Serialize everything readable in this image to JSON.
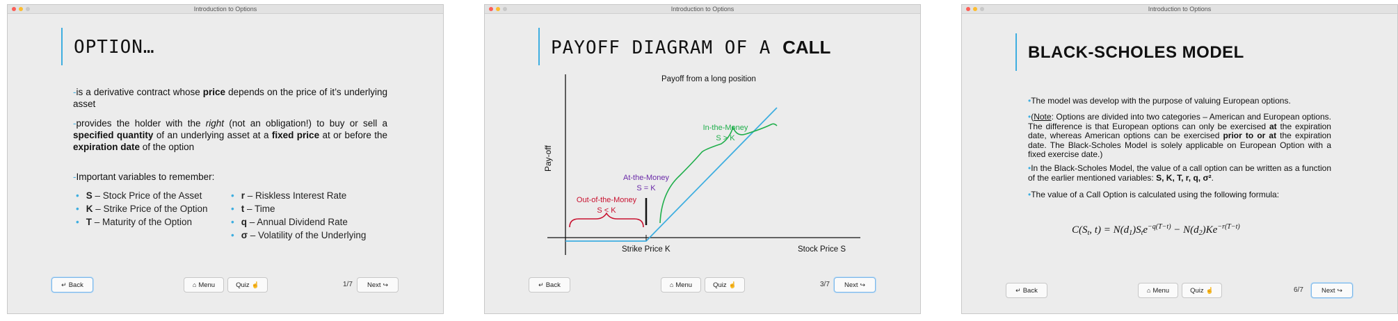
{
  "window_title": "Introduction to Options",
  "nav": {
    "back": "Back",
    "menu": "Menu",
    "quiz": "Quiz",
    "next": "Next"
  },
  "slide1": {
    "title": "OPTION…",
    "para1_dash": "-",
    "para1_a": "is a derivative contract whose ",
    "para1_b": "price",
    "para1_c": " depends on the price of it’s underlying asset",
    "para2_dash": "-",
    "para2_a": "provides the holder with the ",
    "para2_b": "right",
    "para2_c": " (not an obligation!) to buy or sell a ",
    "para2_d": "specified quantity",
    "para2_e": " of an underlying asset at a ",
    "para2_f": "fixed price",
    "para2_g": " at or before the ",
    "para2_h": "expiration date",
    "para2_i": " of the option",
    "para3_dash": "-",
    "para3": "Important variables to remember:",
    "vars_left": [
      {
        "sym": "S",
        "desc": " –  Stock Price of the Asset"
      },
      {
        "sym": "K",
        "desc": " – Strike Price of the Option"
      },
      {
        "sym": "T",
        "desc": " –  Maturity of the Option"
      }
    ],
    "vars_right": [
      {
        "sym": "r",
        "desc": " –  Riskless Interest Rate"
      },
      {
        "sym": "t",
        "desc": " – Time"
      },
      {
        "sym": "q",
        "desc": " – Annual Dividend Rate"
      },
      {
        "sym": "σ",
        "desc": " – Volatility of the Underlying"
      }
    ],
    "page": "1/7"
  },
  "slide2": {
    "title_a": "PAYOFF DIAGRAM OF A ",
    "title_b": "CALL",
    "chart_data": {
      "type": "line",
      "title": "Payoff from a long position",
      "xlabel": "Stock Price S",
      "ylabel": "Pay-off",
      "strike_label": "Strike Price K",
      "annotations": {
        "otm": [
          "Out-of-the-Money",
          "S < K"
        ],
        "atm": [
          "At-the-Money",
          "S = K"
        ],
        "itm": [
          "In-the-Money",
          "S > K"
        ]
      },
      "colors": {
        "line": "#3eaee0",
        "otm": "#c8102e",
        "atm": "#6a2aa8",
        "itm": "#1fae4b"
      }
    },
    "page": "3/7"
  },
  "slide3": {
    "title": "BLACK-SCHOLES MODEL",
    "bullet": "•",
    "b1": "The model was develop with the purpose of valuing European options.",
    "b2_note": "Note",
    "b2_a": ": Options are divided into two categories – American and European options. The difference is that European options can only be exercised ",
    "b2_b": "at",
    "b2_c": " the expiration date, whereas American options can be exercised ",
    "b2_d": "prior to or at",
    "b2_e": " the expiration date. The Black-Scholes Model is solely applicable on European Option with a fixed exercise date.)",
    "b3_a": "In the Black-Scholes Model, the value of a call option can be written as a function of the earlier mentioned variables: ",
    "b3_b": "S, K, T, r, q, σ²",
    "b3_c": ".",
    "b4": "The value of a Call Option is calculated using the following formula:",
    "formula": "C(St, t) = N(d1)St e^{-q(T-t)} - N(d2)K e^{-r(T-t)}",
    "page": "6/7"
  }
}
